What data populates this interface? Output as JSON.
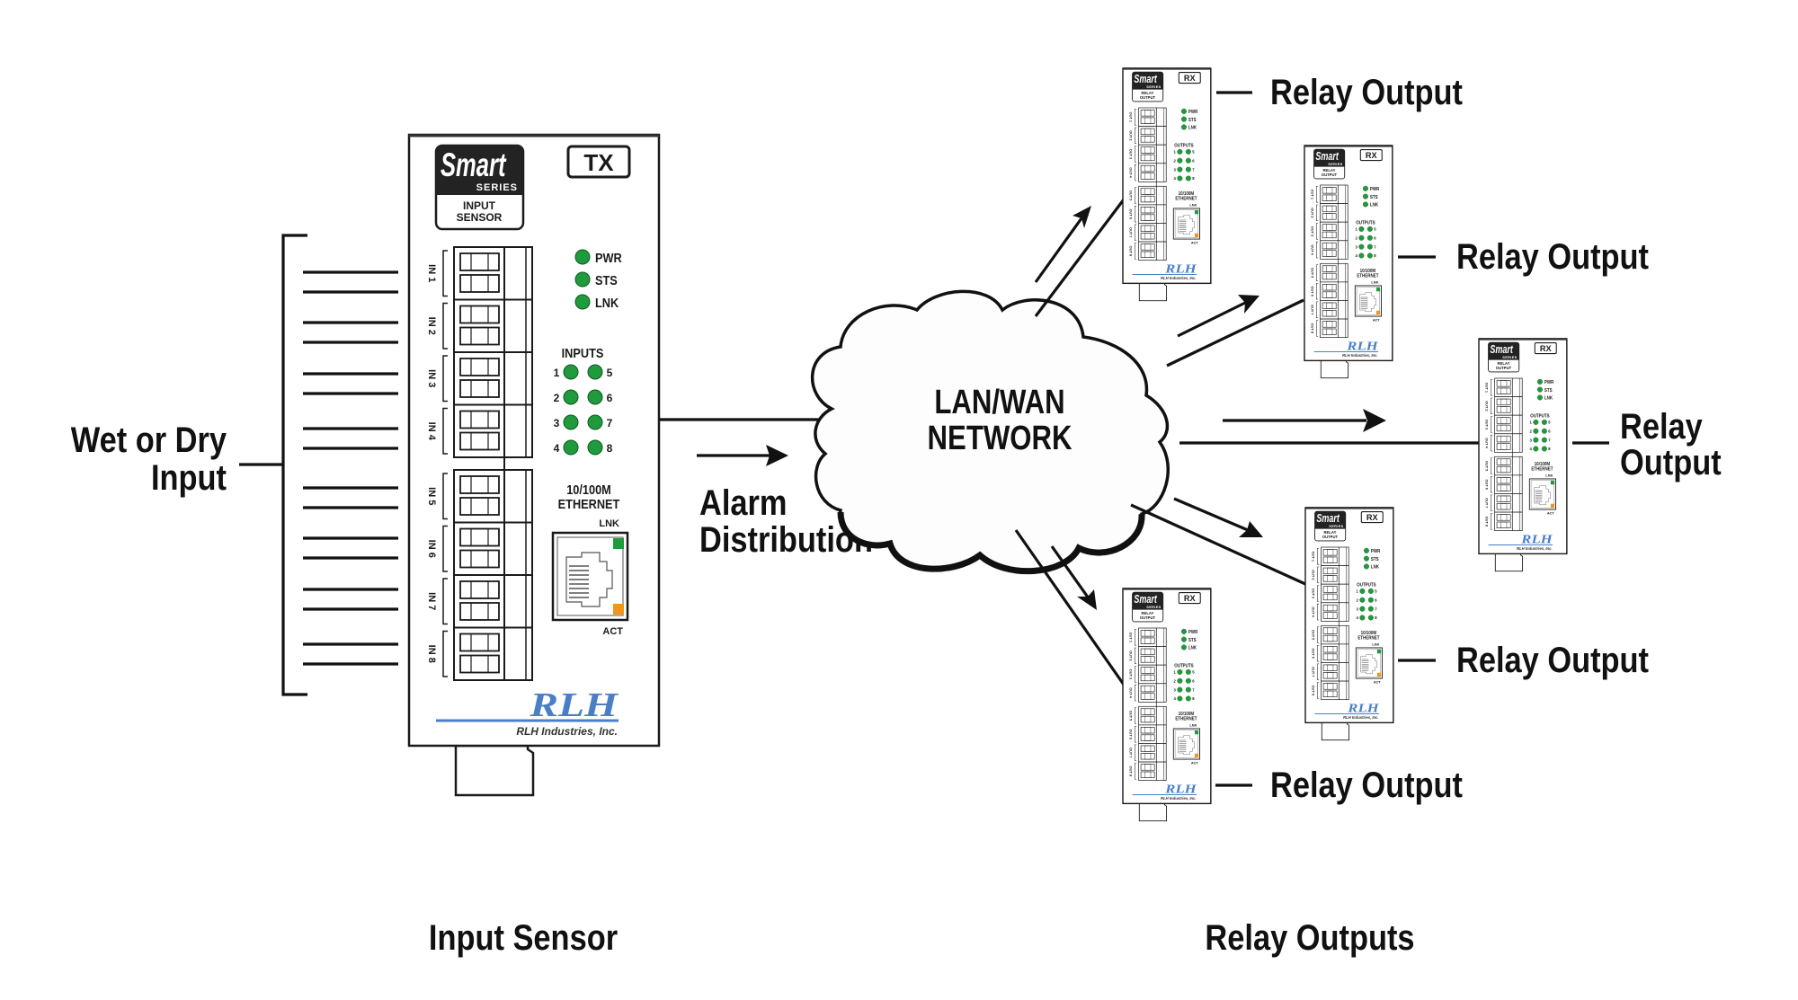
{
  "diagram": {
    "left_label": [
      "Wet or Dry",
      "Input"
    ],
    "flow_label": [
      "Alarm",
      "Distribution"
    ],
    "network_label": [
      "LAN/WAN",
      "NETWORK"
    ],
    "bottom_labels": {
      "input": "Input Sensor",
      "outputs": "Relay Outputs"
    },
    "colors": {
      "led_green": "#1f9a3c",
      "led_orange": "#f0961e",
      "brand_blue": "#4a7fc8",
      "ink": "#111111"
    }
  },
  "tx_device": {
    "logo_top": "Smart",
    "logo_series": "SERIES",
    "logo_type": [
      "INPUT",
      "SENSOR"
    ],
    "badge": "TX",
    "status_leds": [
      "PWR",
      "STS",
      "LNK"
    ],
    "io_heading": "INPUTS",
    "io_numbers_left": [
      "1",
      "2",
      "3",
      "4"
    ],
    "io_numbers_right": [
      "5",
      "6",
      "7",
      "8"
    ],
    "terminals": [
      "IN 1",
      "IN 2",
      "IN 3",
      "IN 4",
      "IN 5",
      "IN 6",
      "IN 7",
      "IN 8"
    ],
    "ethernet": [
      "10/100M",
      "ETHERNET"
    ],
    "port_leds": {
      "top": "LNK",
      "bottom": "ACT"
    },
    "brand": "RLH",
    "company": "RLH Industries, Inc."
  },
  "rx_device": {
    "logo_top": "Smart",
    "logo_series": "SERIES",
    "logo_type": [
      "RELAY",
      "OUTPUT"
    ],
    "badge": "RX",
    "status_leds": [
      "PWR",
      "STS",
      "LNK"
    ],
    "io_heading": "OUTPUTS",
    "io_numbers_left": [
      "1",
      "2",
      "3",
      "4"
    ],
    "io_numbers_right": [
      "5",
      "6",
      "7",
      "8"
    ],
    "terminals": [
      "OUT 1",
      "OUT 2",
      "OUT 3",
      "OUT 4",
      "OUT 5",
      "OUT 6",
      "OUT 7",
      "OUT 8"
    ],
    "ethernet": [
      "10/100M",
      "ETHERNET"
    ],
    "port_leds": {
      "top": "LNK",
      "bottom": "ACT"
    },
    "brand": "RLH",
    "company": "RLH Industries, Inc."
  },
  "relay_outputs": [
    {
      "label": [
        "Relay Output"
      ]
    },
    {
      "label": [
        "Relay Output"
      ]
    },
    {
      "label": [
        "Relay",
        "Output"
      ]
    },
    {
      "label": [
        "Relay Output"
      ]
    },
    {
      "label": [
        "Relay Output"
      ]
    }
  ]
}
